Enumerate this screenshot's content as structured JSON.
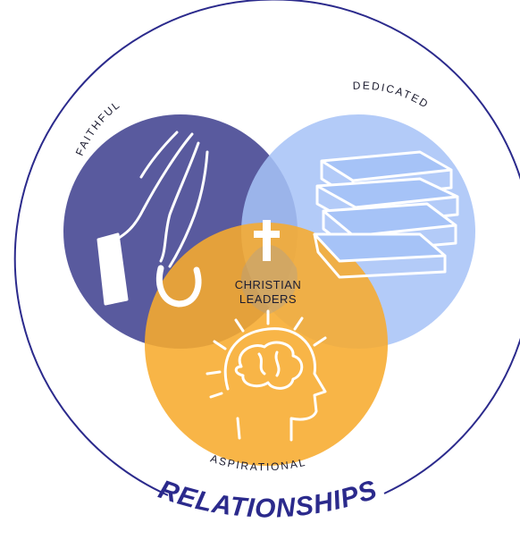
{
  "title": "RELATIONSHIPS",
  "circles": [
    {
      "id": "faithful",
      "label": "FAITHFUL",
      "color": "#595a9e",
      "icon": "praying-hands-icon"
    },
    {
      "id": "dedicated",
      "label": "DEDICATED",
      "color": "#a6c3f7",
      "icon": "books-icon"
    },
    {
      "id": "aspirational",
      "label": "ASPIRATIONAL",
      "color": "#f7ab2e",
      "icon": "brain-head-icon"
    }
  ],
  "center": {
    "line1": "CHRISTIAN",
    "line2": "LEADERS",
    "icon": "cross-icon"
  },
  "colors": {
    "outer_ring": "#2b2a8c",
    "title": "#2b2a8c"
  }
}
